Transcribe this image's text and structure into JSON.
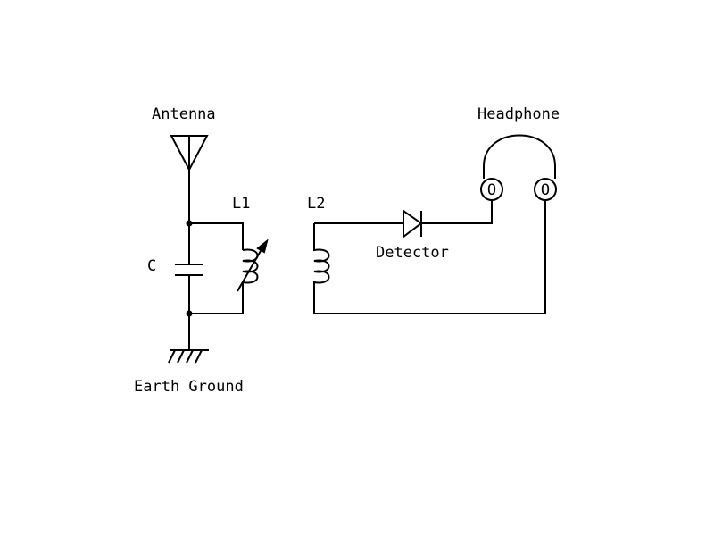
{
  "labels": {
    "antenna": "Antenna",
    "headphone": "Headphone",
    "l1": "L1",
    "l2": "L2",
    "capacitor": "C",
    "detector": "Detector",
    "ground": "Earth Ground",
    "earpiece_left": "O",
    "earpiece_right": "O"
  },
  "colors": {
    "stroke": "#000000",
    "background": "#ffffff"
  }
}
